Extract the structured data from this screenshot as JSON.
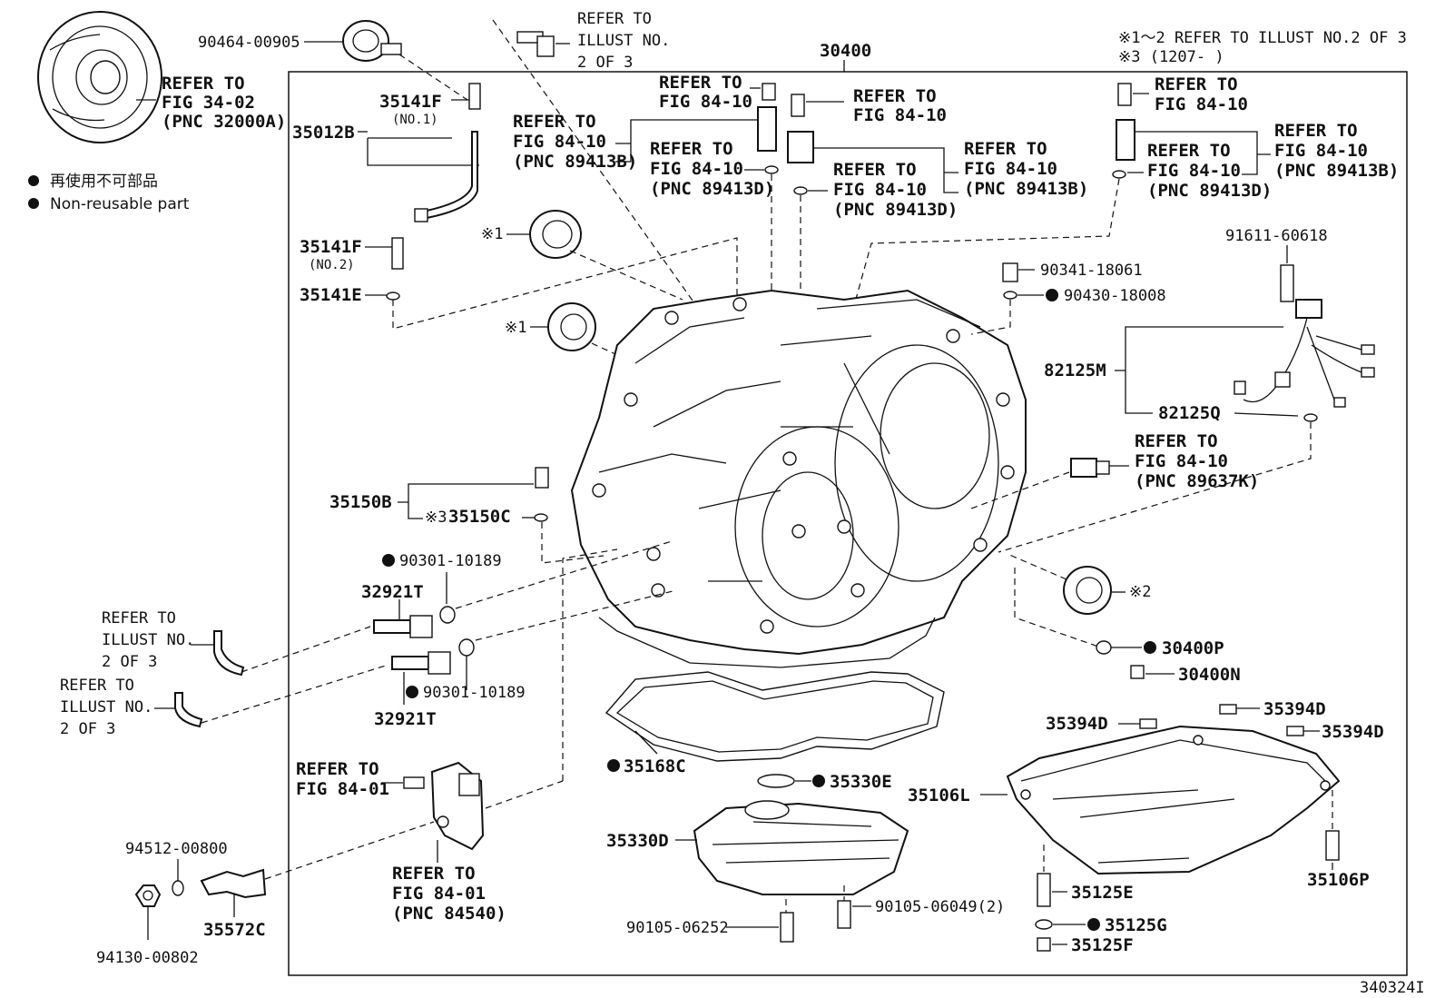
{
  "main_assembly": "30400",
  "notes": {
    "note1": "※1～2 REFER TO ILLUST NO.2 OF 3",
    "note2": "※3 (1207-     )"
  },
  "legend": {
    "jp": "再使用不可部品",
    "en": "Non-reusable part"
  },
  "diagram_id": "340324I",
  "labels": {
    "p90464": "90464-00905",
    "ref_illust_top_1": "REFER TO",
    "ref_illust_top_2": "ILLUST NO.",
    "ref_illust_top_3": "2 OF 3",
    "ref_fig3402_1": "REFER TO",
    "ref_fig3402_2": "FIG 34-02",
    "ref_fig3402_3": "(PNC 32000A)",
    "p35141F_1": "35141F",
    "no1": "(NO.1)",
    "p35012B": "35012B",
    "p35141F_2": "35141F",
    "no2": "(NO.2)",
    "p35141E": "35141E",
    "ref_a_1": "REFER TO",
    "ref_a_2": "FIG 84-10",
    "ref_b_1": "REFER TO",
    "ref_b_2": "FIG 84-10",
    "ref_b_3": "(PNC 89413B)",
    "ref_c_1": "REFER TO",
    "ref_c_2": "FIG 84-10",
    "ref_c_3": "(PNC 89413D)",
    "ref_d_1": "REFER TO",
    "ref_d_2": "FIG 84-10",
    "ref_e_1": "REFER TO",
    "ref_e_2": "FIG 84-10",
    "ref_e_3": "(PNC 89413D)",
    "ref_f_1": "REFER TO",
    "ref_f_2": "FIG 84-10",
    "ref_f_3": "(PNC 89413B)",
    "ref_g_1": "REFER TO",
    "ref_g_2": "FIG 84-10",
    "ref_h_1": "REFER TO",
    "ref_h_2": "FIG 84-10",
    "ref_h_3": "(PNC 89413B)",
    "ref_i_1": "REFER TO",
    "ref_i_2": "FIG 84-10",
    "ref_i_3": "(PNC 89413D)",
    "x1a": "※1",
    "x1b": "※1",
    "x2": "※2",
    "x3": "※3",
    "p90341": "90341-18061",
    "p90430": "90430-18008",
    "p91611": "91611-60618",
    "p82125M": "82125M",
    "p82125Q": "82125Q",
    "ref_j_1": "REFER TO",
    "ref_j_2": "FIG 84-10",
    "ref_j_3": "(PNC 89637K)",
    "p35150B": "35150B",
    "p35150C": "35150C",
    "p90301a": "90301-10189",
    "p32921Ta": "32921T",
    "p90301b": "90301-10189",
    "p32921Tb": "32921T",
    "ref_k_1": "REFER TO",
    "ref_k_2": "ILLUST NO.",
    "ref_k_3": "2 OF 3",
    "ref_l_1": "REFER TO",
    "ref_l_2": "ILLUST NO.",
    "ref_l_3": "2 OF 3",
    "p30400P": "30400P",
    "p30400N": "30400N",
    "p35394Da": "35394D",
    "p35394Db": "35394D",
    "p35394Dc": "35394D",
    "p35168C": "35168C",
    "p35330E": "35330E",
    "p35106L": "35106L",
    "p35330D": "35330D",
    "ref_m_1": "REFER TO",
    "ref_m_2": "FIG 84-01",
    "ref_n_1": "REFER TO",
    "ref_n_2": "FIG 84-01",
    "ref_n_3": "(PNC 84540)",
    "p94512": "94512-00800",
    "p35572C": "35572C",
    "p94130": "94130-00802",
    "p90105a": "90105-06252",
    "p90105b": "90105-06049(2)",
    "p35125E": "35125E",
    "p35125G": "35125G",
    "p35125F": "35125F",
    "p35106P": "35106P"
  }
}
